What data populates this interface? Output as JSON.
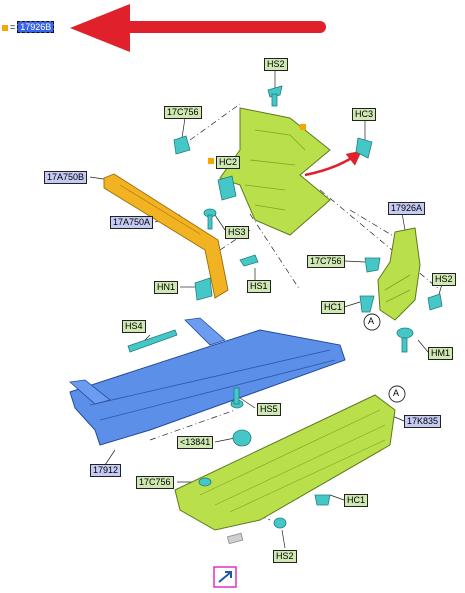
{
  "legend": {
    "equals": "=",
    "part_ref": "17926B"
  },
  "labels": [
    {
      "id": "HS2_top",
      "text": "HS2",
      "color": "g"
    },
    {
      "id": "17C756_top",
      "text": "17C756",
      "color": "g"
    },
    {
      "id": "HC3",
      "text": "HC3",
      "color": "g"
    },
    {
      "id": "HC2",
      "text": "HC2",
      "color": "g"
    },
    {
      "id": "17A750B",
      "text": "17A750B",
      "color": "b"
    },
    {
      "id": "17A750A",
      "text": "17A750A",
      "color": "b"
    },
    {
      "id": "HS3",
      "text": "HS3",
      "color": "g"
    },
    {
      "id": "17926A",
      "text": "17926A",
      "color": "b"
    },
    {
      "id": "17C756_mid",
      "text": "17C756",
      "color": "g"
    },
    {
      "id": "HS2_mid",
      "text": "HS2",
      "color": "g"
    },
    {
      "id": "HN1",
      "text": "HN1",
      "color": "g"
    },
    {
      "id": "HS1",
      "text": "HS1",
      "color": "g"
    },
    {
      "id": "HC1_mid",
      "text": "HC1",
      "color": "g"
    },
    {
      "id": "HM1",
      "text": "HM1",
      "color": "g"
    },
    {
      "id": "HS4",
      "text": "HS4",
      "color": "g"
    },
    {
      "id": "HS5",
      "text": "HS5",
      "color": "g"
    },
    {
      "id": "13841",
      "text": "<13841",
      "color": "g"
    },
    {
      "id": "17K835",
      "text": "17K835",
      "color": "b"
    },
    {
      "id": "17912",
      "text": "17912",
      "color": "b"
    },
    {
      "id": "17C756_bot",
      "text": "17C756",
      "color": "g"
    },
    {
      "id": "HC1_bot",
      "text": "HC1",
      "color": "g"
    },
    {
      "id": "HS2_bot",
      "text": "HS2",
      "color": "g"
    }
  ],
  "callouts": {
    "a": "A"
  },
  "colors": {
    "arrow": "#e0202a",
    "lime_part": "#b9e04a",
    "blue_part": "#5b8fe8",
    "orange_part": "#f2b322",
    "cyan_fastener": "#46c7c7",
    "external_link": "#e030c0"
  },
  "icons": {
    "external_link": "external-link-icon"
  }
}
